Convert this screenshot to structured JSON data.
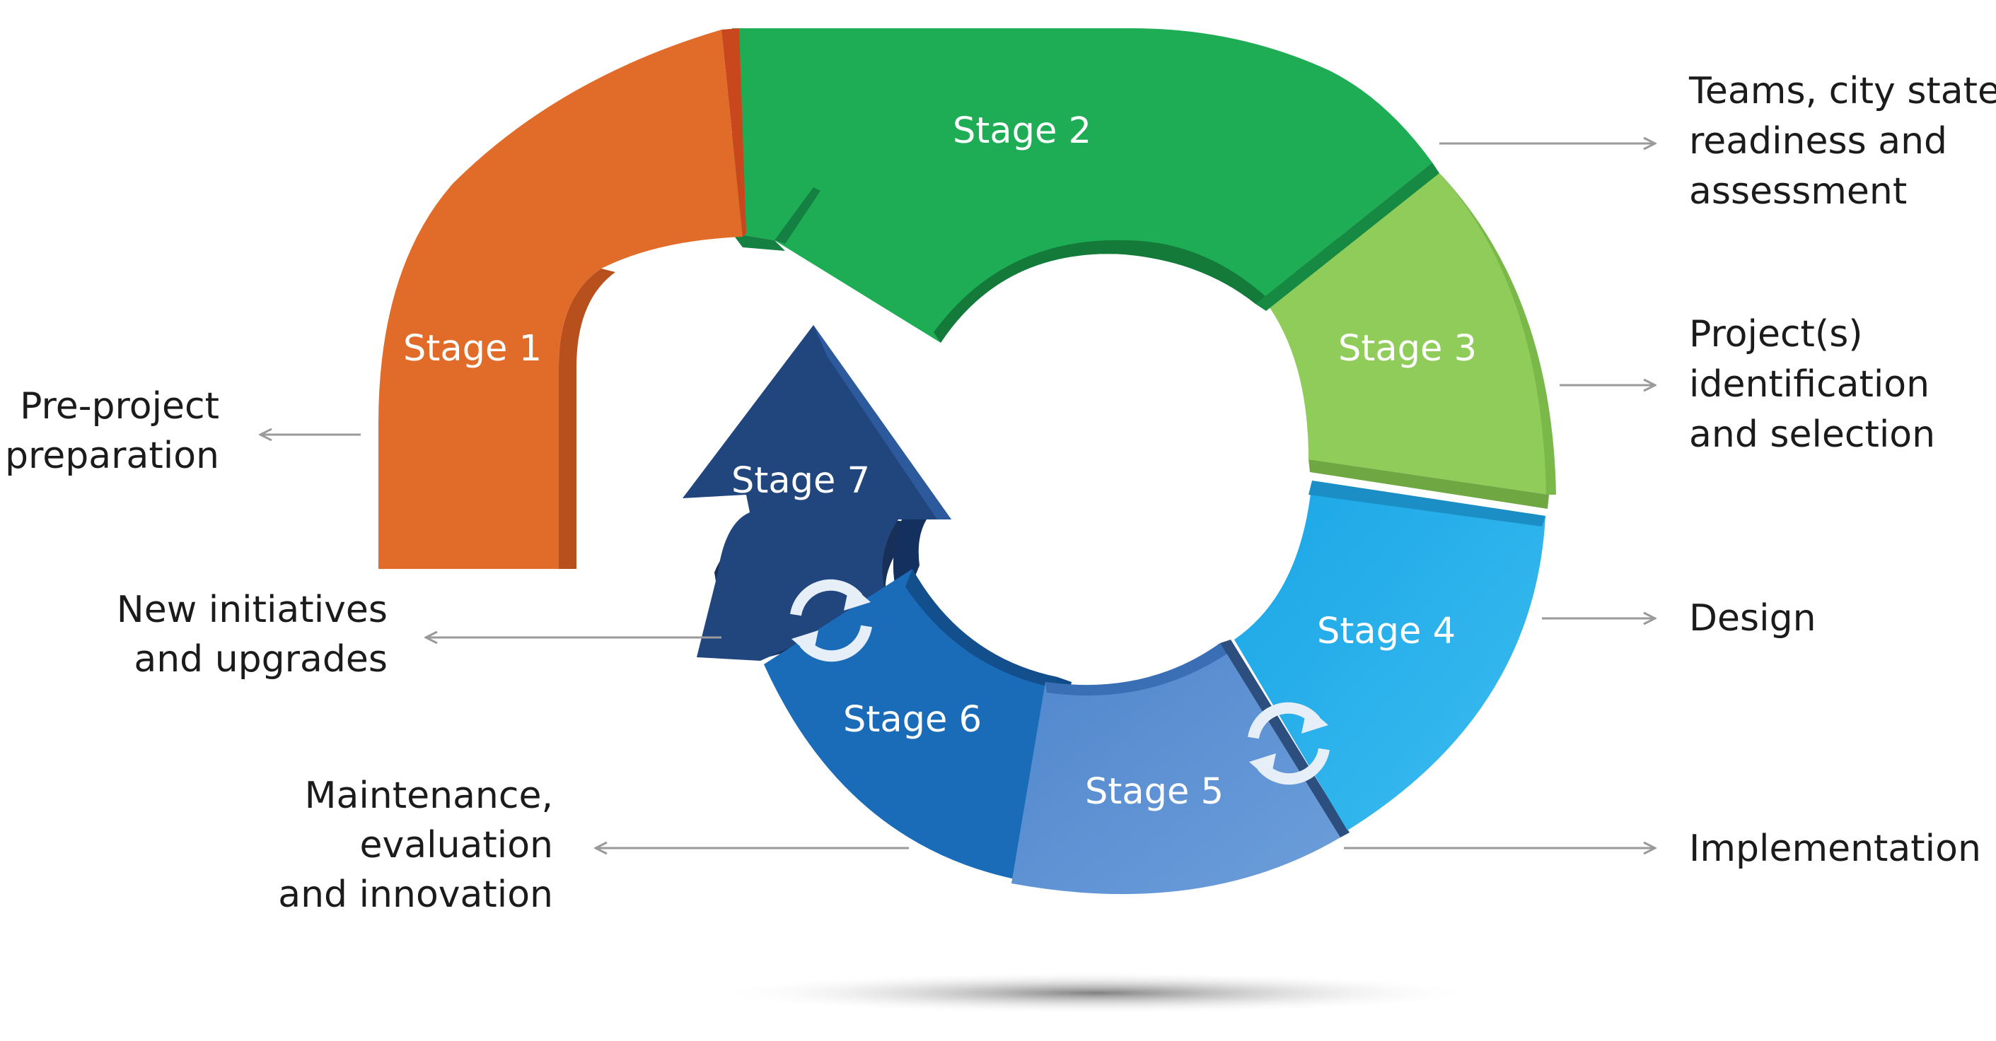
{
  "stages": [
    {
      "label": "Stage 1",
      "description": [
        "Pre-project",
        "preparation"
      ],
      "color": "#E16C2A"
    },
    {
      "label": "Stage 2",
      "description": [
        "Teams, city state,",
        "readiness and",
        "assessment"
      ],
      "color": "#1EAD55"
    },
    {
      "label": "Stage 3",
      "description": [
        "Project(s)",
        "identification",
        "and selection"
      ],
      "color": "#90CC5A"
    },
    {
      "label": "Stage 4",
      "description": [
        "Design"
      ],
      "color": "#22AEE8"
    },
    {
      "label": "Stage 5",
      "description": [
        "Implementation"
      ],
      "color": "#5A8FD3"
    },
    {
      "label": "Stage 6",
      "description": [
        "Maintenance,",
        "evaluation",
        "and innovation"
      ],
      "color": "#1A6BB8"
    },
    {
      "label": "Stage 7",
      "description": [
        "New initiatives",
        "and upgrades"
      ],
      "color": "#21467E"
    }
  ],
  "icons": [
    "cycle-arrows-icon",
    "cycle-arrows-icon"
  ]
}
